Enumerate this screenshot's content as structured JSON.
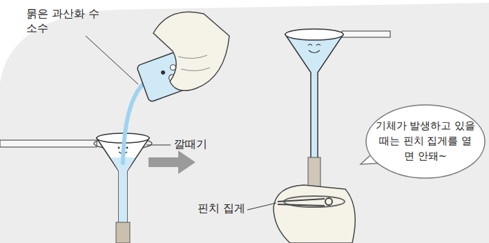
{
  "diagram": {
    "nodes": [
      {
        "text": [
          "기체가 발생하고 있을 때는 핀치 집게를 열면 안돼~"
        ]
      }
    ],
    "labels": [
      "묽은 과산화 수소수",
      "깔때기",
      "핀치 집게"
    ]
  }
}
